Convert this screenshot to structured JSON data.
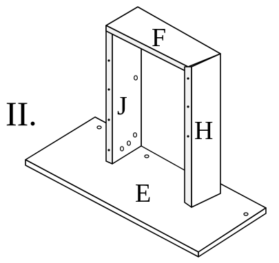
{
  "step_label": "II.",
  "parts": {
    "base": "E",
    "top": "F",
    "left_side": "J",
    "right_side": "H"
  },
  "colors": {
    "line": "#000000",
    "face_light": "#ffffff",
    "face_shade": "#f3f3f3"
  }
}
